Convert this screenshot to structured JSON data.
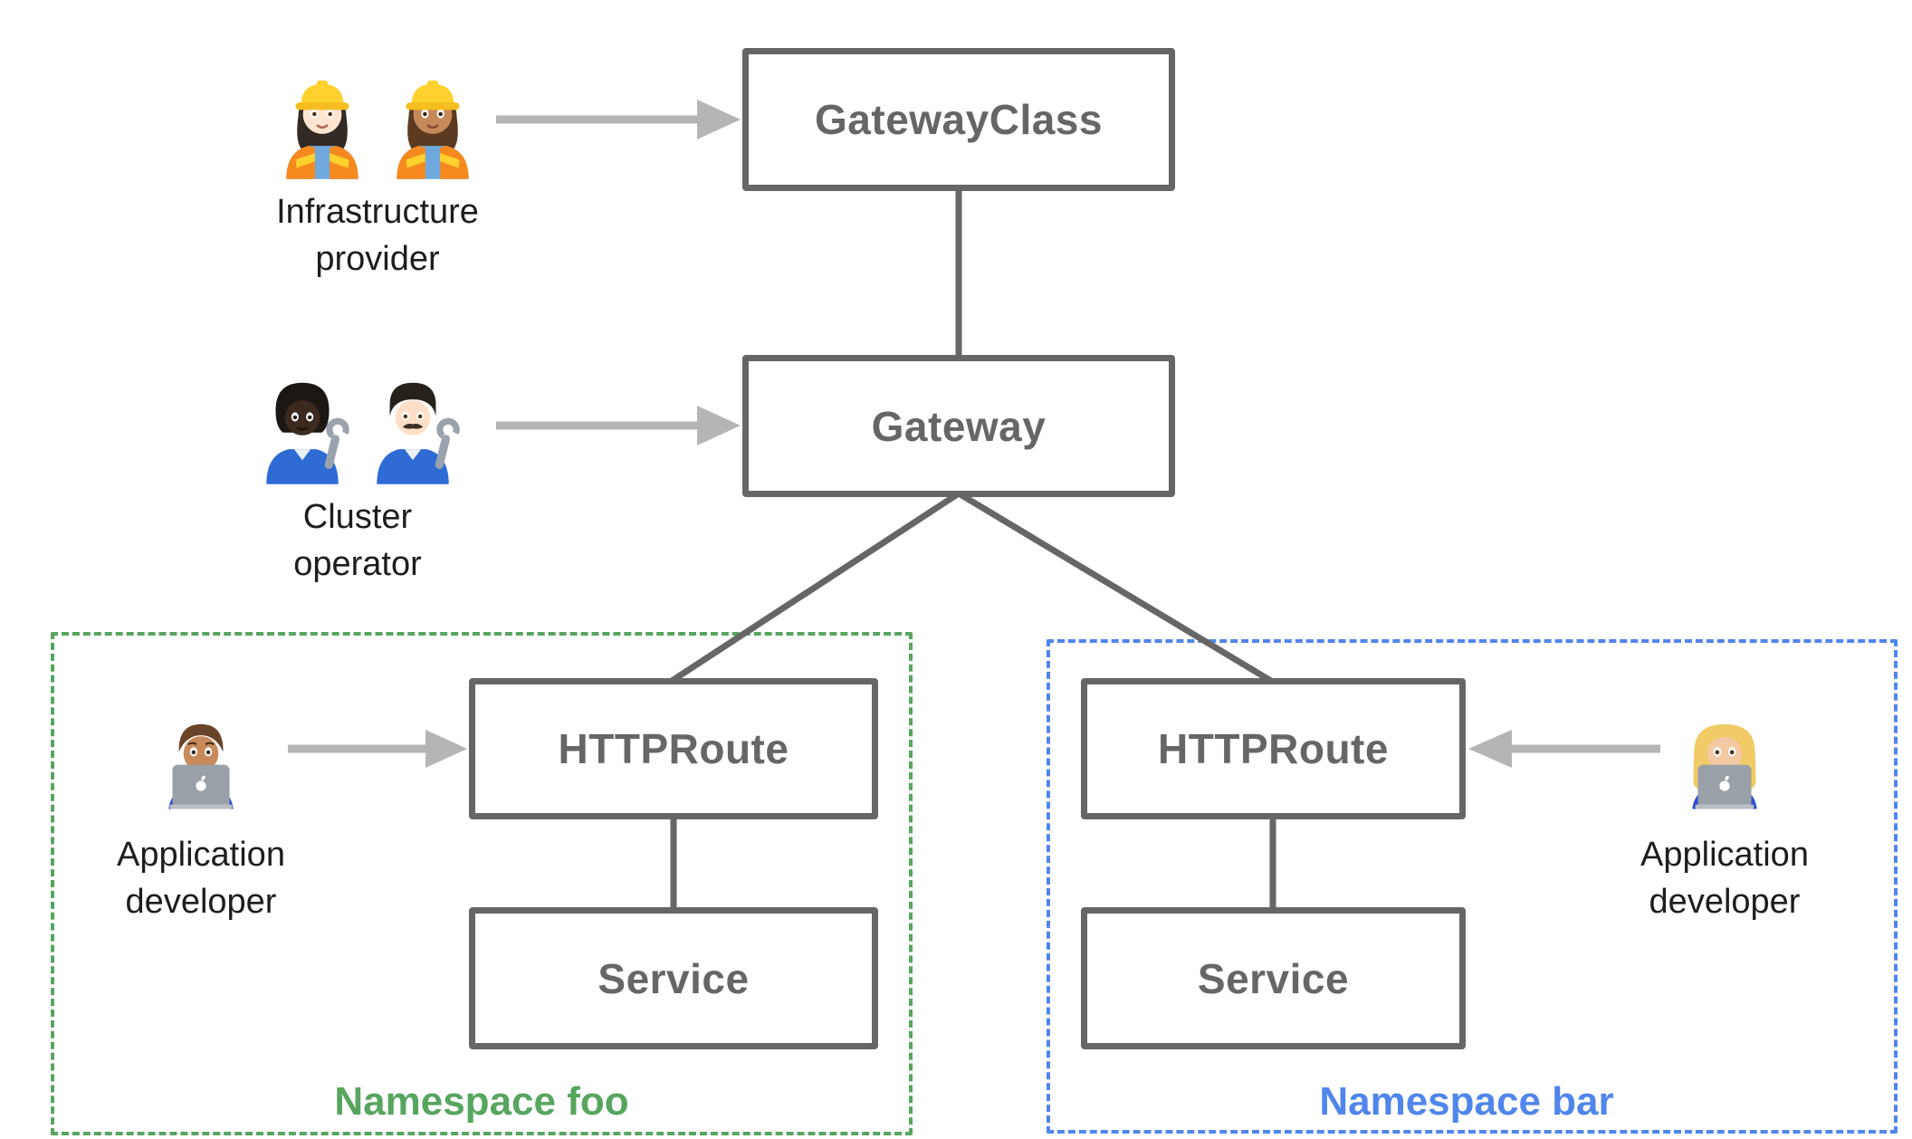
{
  "colors": {
    "background": "#ffffff",
    "node_border": "#666666",
    "node_label": "#666666",
    "connector": "#666666",
    "arrow": "#b5b5b5",
    "actor_label": "#1d1d1d",
    "namespace_foo_accent": "#57A55F",
    "namespace_bar_accent": "#5086EC"
  },
  "nodes": {
    "gatewayclass": {
      "label": "GatewayClass"
    },
    "gateway": {
      "label": "Gateway"
    },
    "httproute_foo": {
      "label": "HTTPRoute"
    },
    "service_foo": {
      "label": "Service"
    },
    "httproute_bar": {
      "label": "HTTPRoute"
    },
    "service_bar": {
      "label": "Service"
    }
  },
  "actors": {
    "infrastructure_provider": {
      "line1": "Infrastructure",
      "line2": "provider",
      "icons": [
        "woman-construction-worker-light-skin-icon",
        "woman-construction-worker-medium-skin-icon"
      ]
    },
    "cluster_operator": {
      "line1": "Cluster",
      "line2": "operator",
      "icons": [
        "person-mechanic-dark-skin-icon",
        "man-mechanic-light-skin-icon"
      ]
    },
    "application_developer_foo": {
      "line1": "Application",
      "line2": "developer",
      "icons": [
        "man-technologist-icon"
      ]
    },
    "application_developer_bar": {
      "line1": "Application",
      "line2": "developer",
      "icons": [
        "woman-technologist-icon"
      ]
    }
  },
  "namespaces": {
    "foo": {
      "label": "Namespace foo"
    },
    "bar": {
      "label": "Namespace bar"
    }
  }
}
